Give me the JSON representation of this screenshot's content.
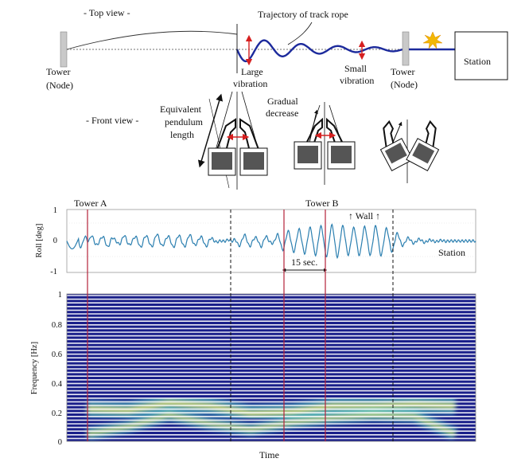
{
  "top_view": {
    "heading": "- Top view -",
    "trajectory_label": "Trajectory of track rope",
    "tower_left": [
      "Tower",
      "(Node)"
    ],
    "large_vibration": [
      "Large",
      "vibration"
    ],
    "small_vibration": [
      "Small",
      "vibration"
    ],
    "tower_right": [
      "Tower",
      "(Node)"
    ],
    "station": "Station"
  },
  "front_view": {
    "heading": "- Front view -",
    "pendulum_label": [
      "Equivalent",
      "pendulum",
      "length"
    ],
    "gradual_label": [
      "Gradual",
      "decrease"
    ]
  },
  "roll_plot": {
    "ylabel": "Roll [deg]",
    "yticks": [
      "1",
      "0",
      "-1"
    ],
    "tower_a": "Tower A",
    "tower_b": "Tower B",
    "wall": "↑ Wall ↑",
    "interval": "15 sec.",
    "station": "Station"
  },
  "spectrogram": {
    "ylabel": "Frequency [Hz]",
    "yticks": [
      "1",
      "0.8",
      "0.6",
      "0.4",
      "0.2",
      "0"
    ],
    "xlabel": "Time"
  },
  "colors": {
    "rope": "#1c2a9c",
    "vibration_arrow": "#d62020",
    "roll_line": "#2b7fb0",
    "marker_line": "#b5223a",
    "spectro_bg": "#1a1f8a",
    "gondola_dark": "#555555",
    "spark": "#f2b705"
  },
  "chart_data": [
    {
      "type": "line",
      "xlabel": "",
      "ylabel": "Roll [deg]",
      "ylim": [
        -1,
        1
      ],
      "x": [
        0,
        2,
        4,
        6,
        8,
        10,
        12,
        14,
        16,
        18,
        20,
        22,
        24,
        26,
        28,
        30,
        32,
        34,
        36,
        38,
        40,
        42,
        44,
        46,
        48,
        50,
        52,
        54,
        56,
        58,
        60,
        62,
        64,
        66,
        68,
        70,
        72,
        74,
        76,
        78,
        80,
        82,
        84,
        86,
        88,
        90,
        92,
        94,
        96,
        98,
        100
      ],
      "values": [
        0.0,
        -0.05,
        -0.25,
        0.18,
        0.1,
        0.2,
        0.05,
        0.18,
        0.1,
        0.2,
        0.15,
        0.22,
        0.12,
        0.2,
        0.16,
        0.2,
        0.1,
        0.18,
        0.05,
        0.0,
        -0.05,
        0.15,
        0.2,
        0.1,
        0.2,
        0.05,
        0.25,
        0.3,
        0.35,
        0.38,
        0.42,
        0.45,
        0.48,
        0.5,
        0.45,
        0.4,
        0.45,
        0.42,
        0.48,
        0.4,
        0.3,
        0.15,
        0.08,
        0.06,
        0.04,
        0.02,
        0.02,
        0.0,
        0.0,
        0.0,
        0.0
      ]
    },
    {
      "type": "heatmap",
      "xlabel": "Time",
      "ylabel": "Frequency [Hz]",
      "ylim": [
        0,
        1
      ],
      "ridges": [
        {
          "x": [
            5,
            15,
            25,
            35,
            45,
            55,
            65,
            75,
            85,
            95
          ],
          "y": [
            0.22,
            0.21,
            0.26,
            0.24,
            0.19,
            0.2,
            0.24,
            0.24,
            0.25,
            0.24
          ]
        },
        {
          "x": [
            5,
            15,
            25,
            35,
            45,
            55,
            65,
            75,
            85,
            95
          ],
          "y": [
            0.05,
            0.1,
            0.18,
            0.12,
            0.08,
            0.13,
            0.16,
            0.18,
            0.17,
            0.05
          ]
        }
      ]
    }
  ]
}
